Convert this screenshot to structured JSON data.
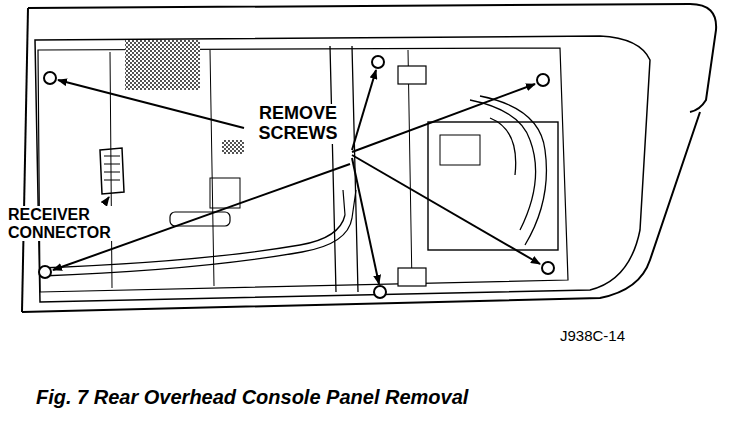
{
  "diagram": {
    "caption": "Fig. 7 Rear Overhead Console Panel Removal",
    "labels": [
      "REMOVE SCREWS",
      "RECEIVER CONNECTOR",
      "J938C-14"
    ]
  }
}
